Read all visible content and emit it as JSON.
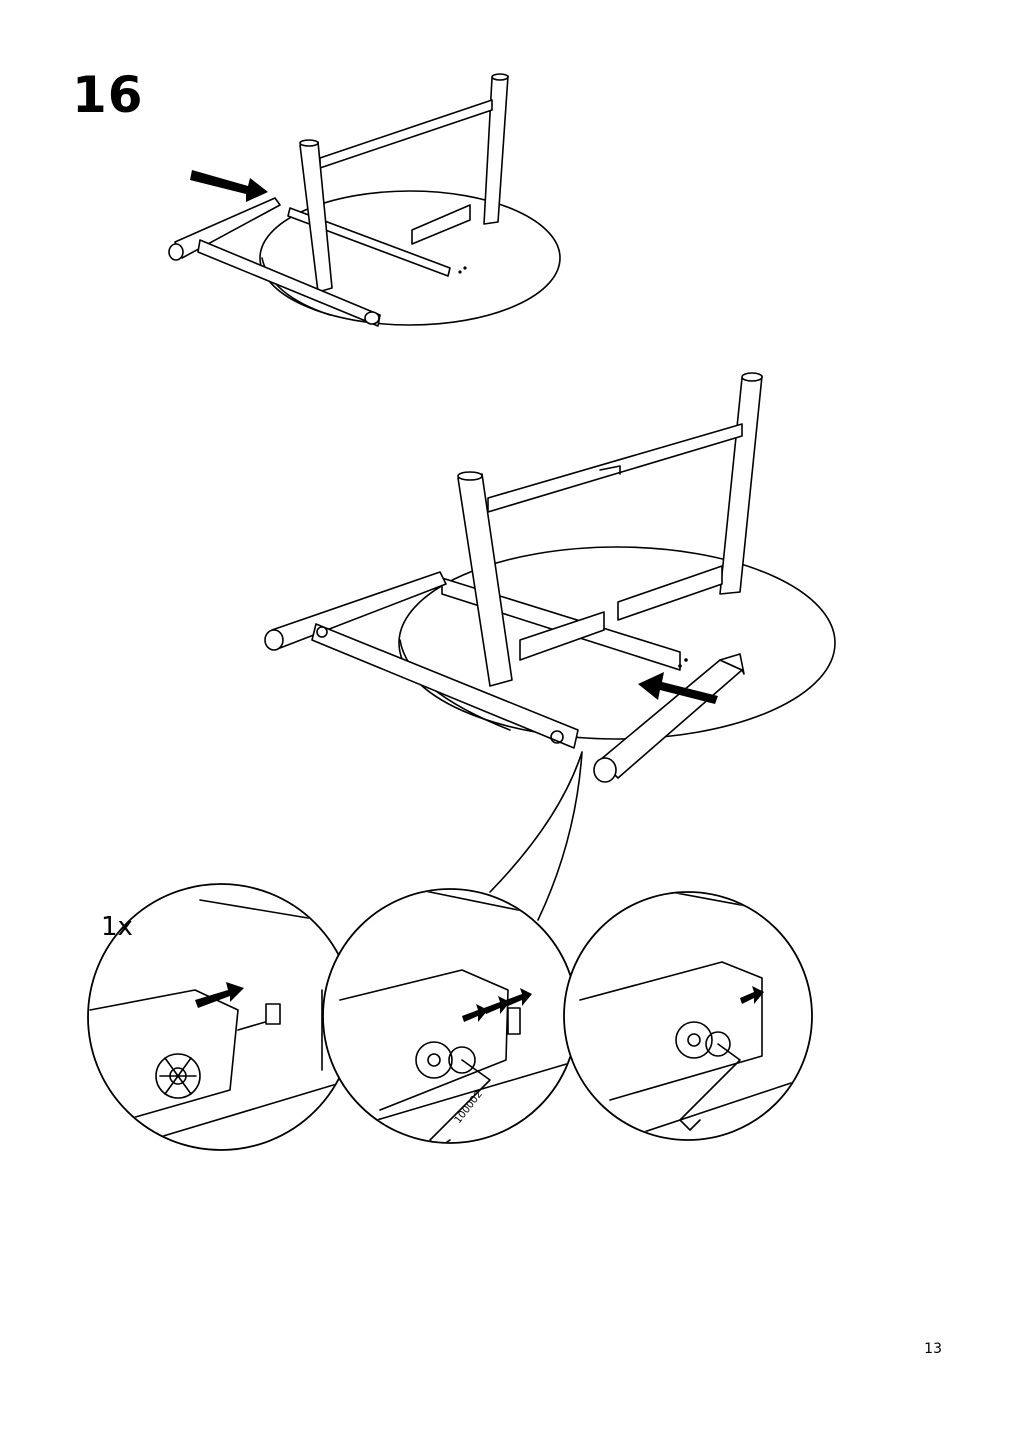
{
  "step": {
    "number": "16"
  },
  "detail": {
    "quantity": "1x",
    "tool_code": "100002"
  },
  "footer": {
    "page_number": "13"
  }
}
